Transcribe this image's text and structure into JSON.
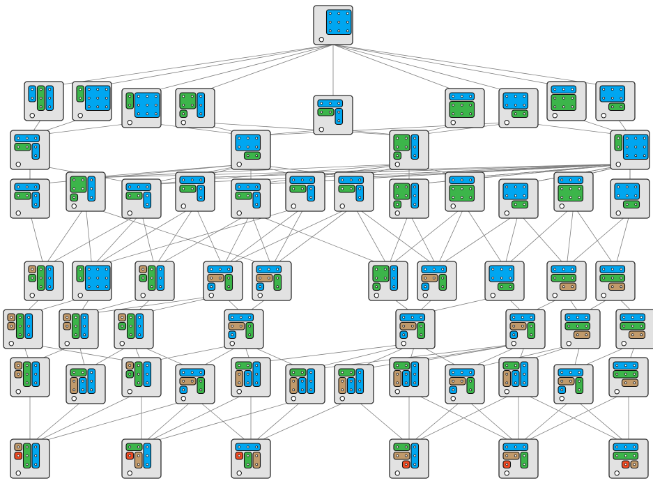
{
  "colors": {
    "background": "#ffffff",
    "tile_background": "#e2e2e2",
    "edge": "#7d7d7d",
    "piece_blue": "#00a6f0",
    "piece_green": "#3cb54a",
    "piece_tan": "#c19a6b",
    "piece_red": "#ef4a23"
  },
  "diagram": {
    "type": "state-space tree of sliding-piece puzzle configurations",
    "node_icon": "puzzle-board-icon",
    "levels": 9,
    "root_count": 1,
    "leaf_count": 6
  }
}
